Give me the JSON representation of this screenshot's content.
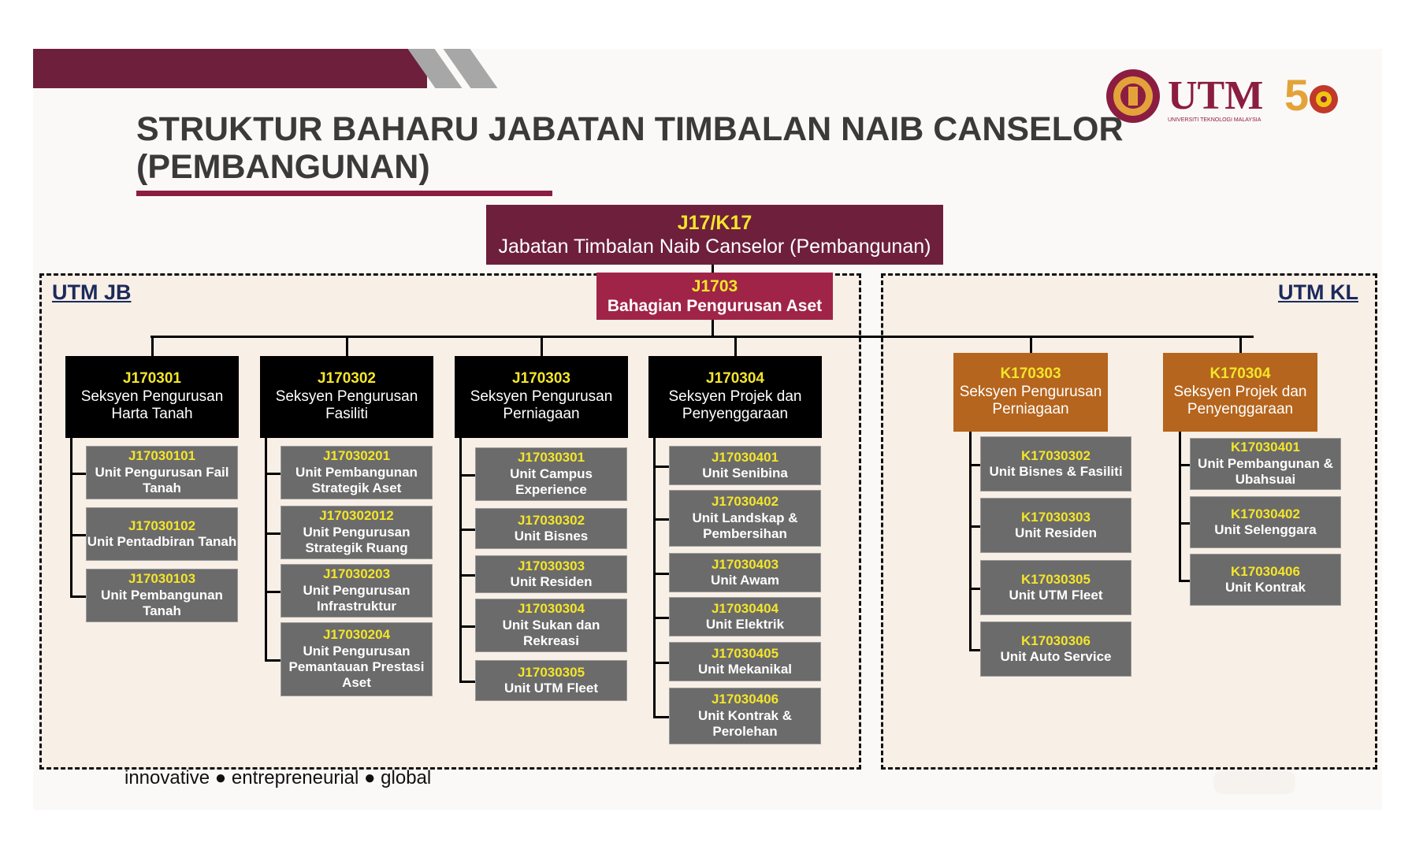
{
  "header": {
    "title_line1": "STRUKTUR BAHARU JABATAN TIMBALAN NAIB CANSELOR",
    "title_line2": "(PEMBANGUNAN)"
  },
  "logos": {
    "utm_text": "UTM",
    "utm_subtext": "UNIVERSITI TEKNOLOGI MALAYSIA",
    "anniversary_text": "5",
    "icon": "utm-crest-icon"
  },
  "colors": {
    "maroon": "#6d1f3c",
    "crimson": "#a02448",
    "brown": "#b5651d",
    "unit_gray": "#6b6b6b",
    "code_yellow": "#f4e52a",
    "label_navy": "#1b2a5c"
  },
  "top": {
    "code": "J17/K17",
    "name": "Jabatan Timbalan Naib Canselor (Pembangunan)"
  },
  "division": {
    "code": "J1703",
    "name": "Bahagian Pengurusan Aset"
  },
  "regions": {
    "jb_label": "UTM JB",
    "kl_label": "UTM KL"
  },
  "jb_sections": [
    {
      "code": "J170301",
      "name": "Seksyen Pengurusan Harta Tanah",
      "units": [
        {
          "code": "J17030101",
          "name": "Unit Pengurusan Fail Tanah"
        },
        {
          "code": "J17030102",
          "name": "Unit Pentadbiran Tanah"
        },
        {
          "code": "J17030103",
          "name": "Unit Pembangunan Tanah"
        }
      ]
    },
    {
      "code": "J170302",
      "name": "Seksyen Pengurusan Fasiliti",
      "units": [
        {
          "code": "J17030201",
          "name": "Unit Pembangunan Strategik Aset"
        },
        {
          "code": "J170302012",
          "name": "Unit Pengurusan Strategik Ruang"
        },
        {
          "code": "J17030203",
          "name": "Unit Pengurusan Infrastruktur"
        },
        {
          "code": "J17030204",
          "name": "Unit Pengurusan Pemantauan Prestasi Aset"
        }
      ]
    },
    {
      "code": "J170303",
      "name": "Seksyen Pengurusan Perniagaan",
      "units": [
        {
          "code": "J17030301",
          "name": "Unit Campus Experience"
        },
        {
          "code": "J17030302",
          "name": "Unit Bisnes"
        },
        {
          "code": "J17030303",
          "name": "Unit Residen"
        },
        {
          "code": "J17030304",
          "name": "Unit Sukan dan Rekreasi"
        },
        {
          "code": "J17030305",
          "name": "Unit UTM Fleet"
        }
      ]
    },
    {
      "code": "J170304",
      "name": "Seksyen Projek dan Penyenggaraan",
      "units": [
        {
          "code": "J17030401",
          "name": "Unit Senibina"
        },
        {
          "code": "J17030402",
          "name": "Unit Landskap & Pembersihan"
        },
        {
          "code": "J17030403",
          "name": "Unit Awam"
        },
        {
          "code": "J17030404",
          "name": "Unit Elektrik"
        },
        {
          "code": "J17030405",
          "name": "Unit Mekanikal"
        },
        {
          "code": "J17030406",
          "name": "Unit Kontrak & Perolehan"
        }
      ]
    }
  ],
  "kl_sections": [
    {
      "code": "K170303",
      "name": "Seksyen Pengurusan Perniagaan",
      "units": [
        {
          "code": "K17030302",
          "name": "Unit Bisnes & Fasiliti"
        },
        {
          "code": "K17030303",
          "name": "Unit Residen"
        },
        {
          "code": "K17030305",
          "name": "Unit UTM Fleet"
        },
        {
          "code": "K17030306",
          "name": "Unit Auto Service"
        }
      ]
    },
    {
      "code": "K170304",
      "name": "Seksyen Projek dan Penyenggaraan",
      "units": [
        {
          "code": "K17030401",
          "name": "Unit Pembangunan & Ubahsuai"
        },
        {
          "code": "K17030402",
          "name": "Unit Selenggara"
        },
        {
          "code": "K17030406",
          "name": "Unit Kontrak"
        }
      ]
    }
  ],
  "footer": {
    "tagline": "innovative ● entrepreneurial ● global"
  }
}
